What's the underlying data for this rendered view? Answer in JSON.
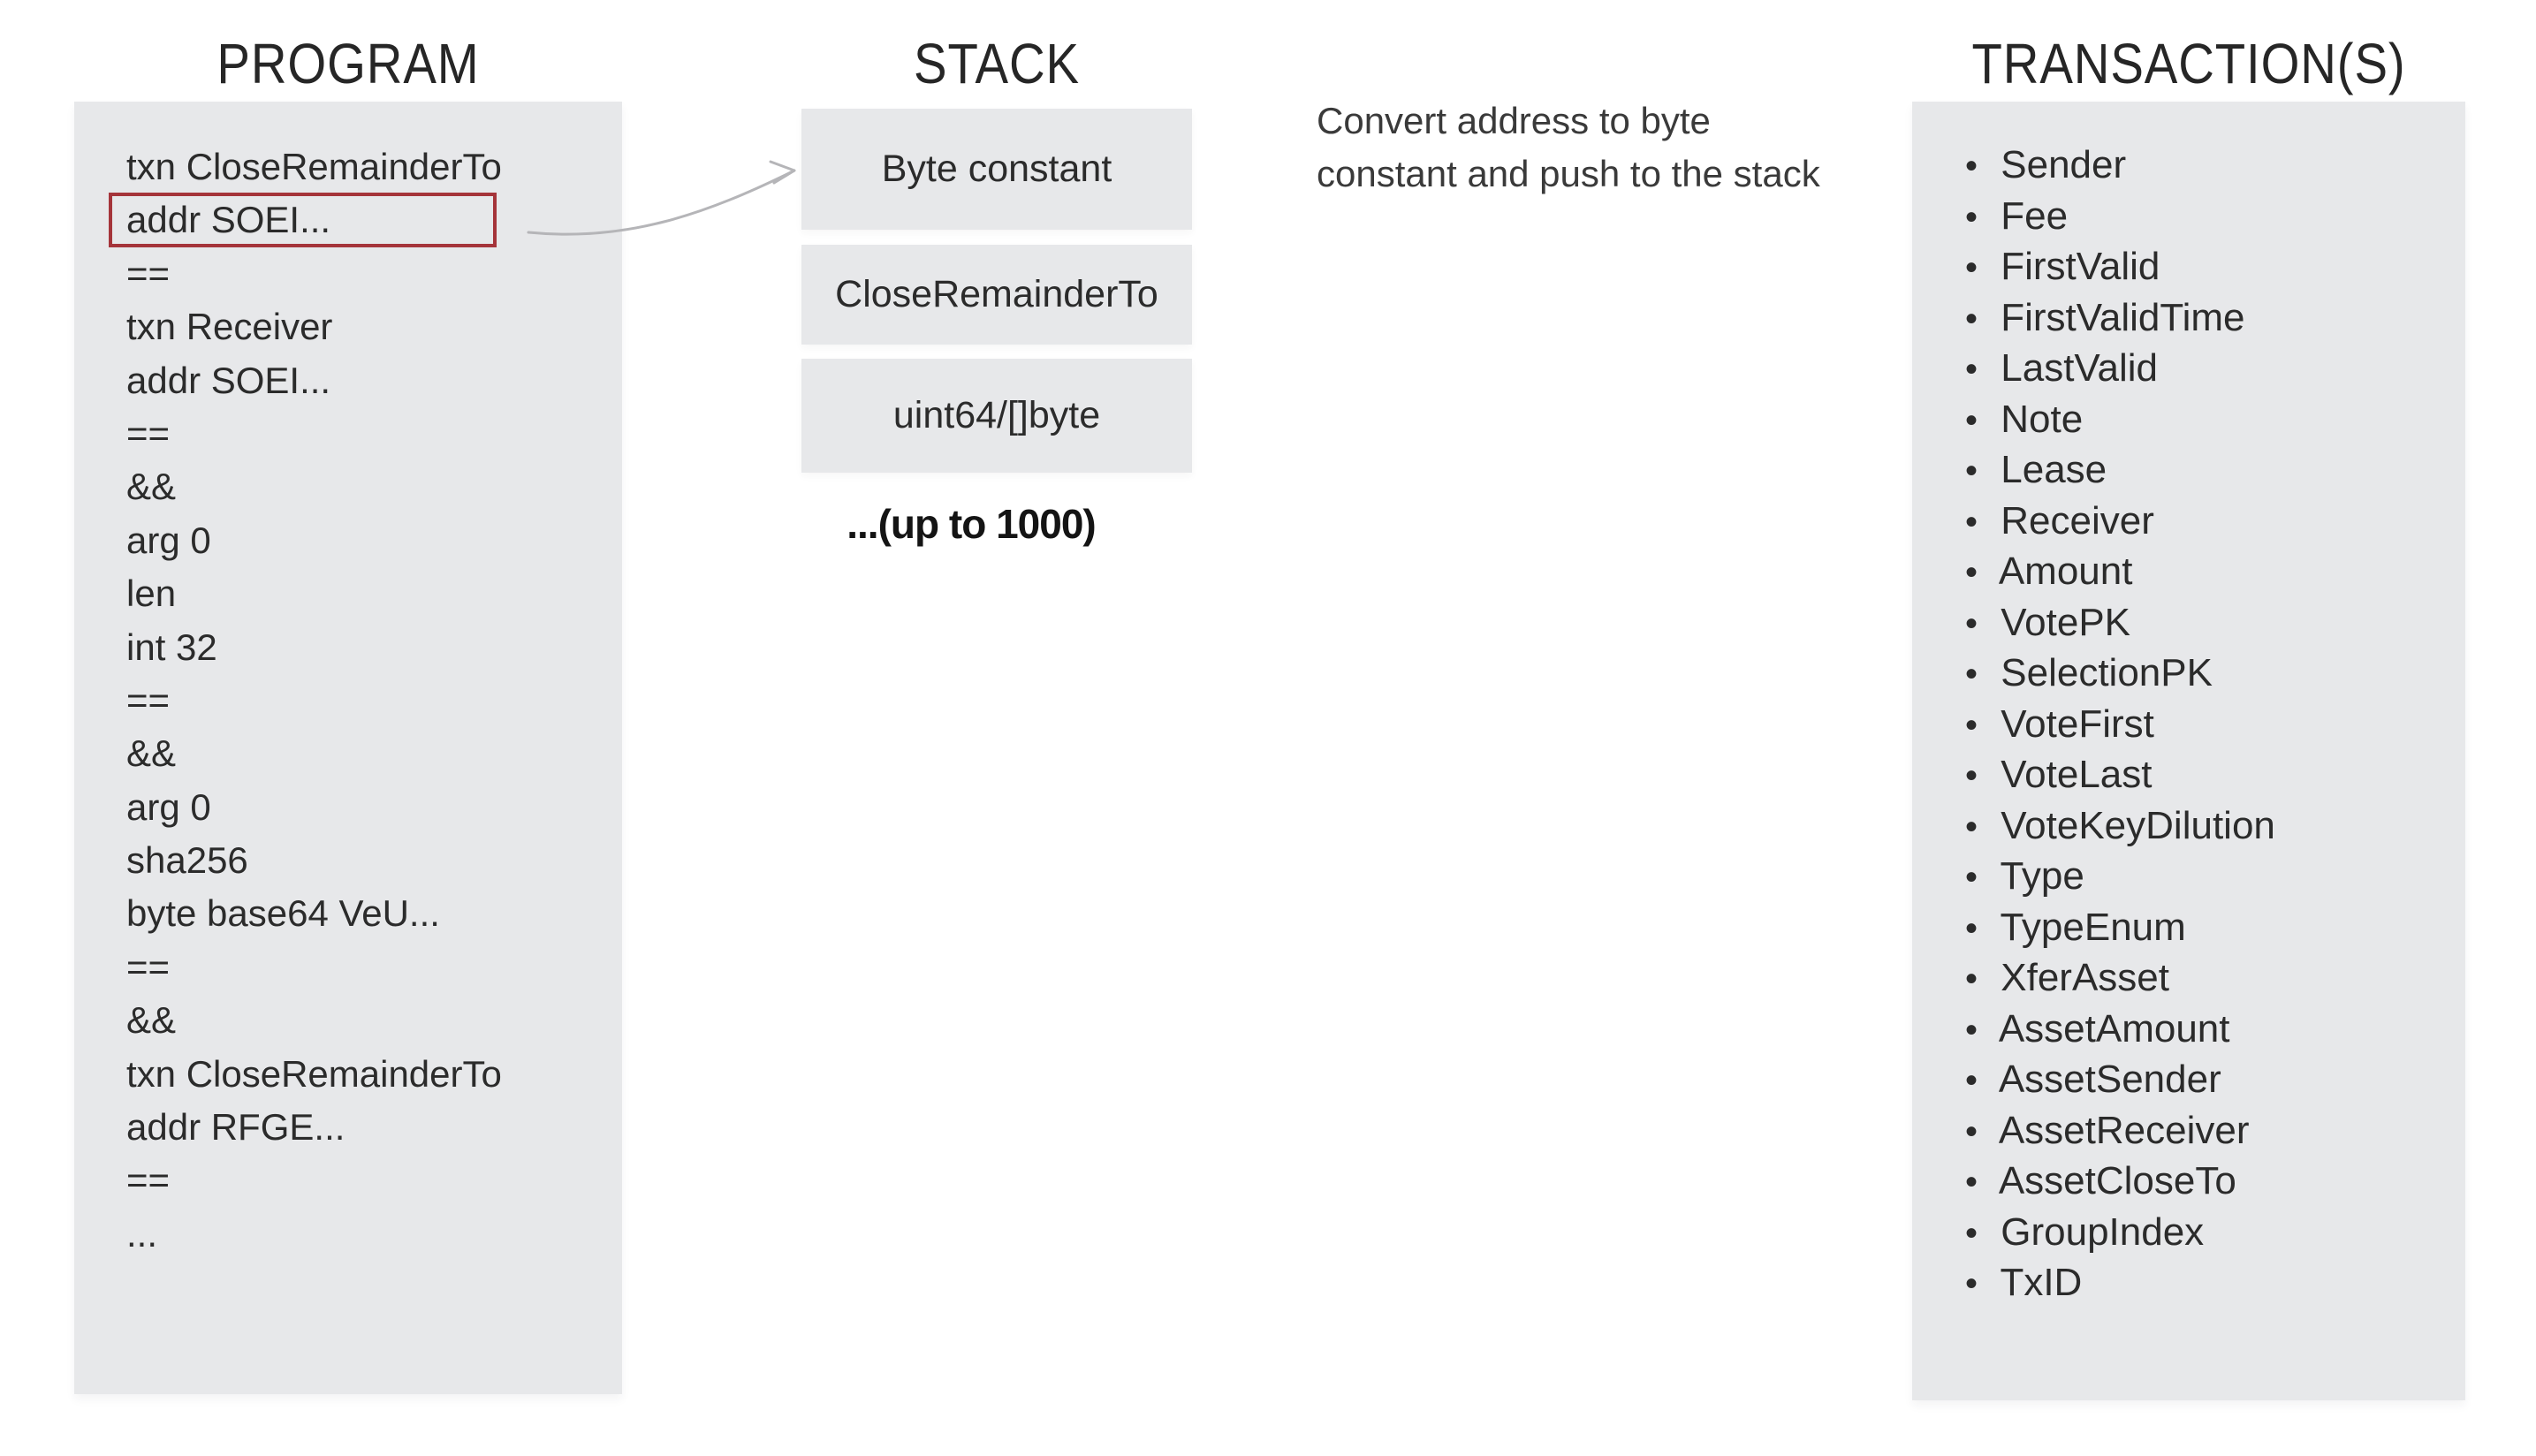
{
  "program": {
    "title": "PROGRAM",
    "lines": [
      {
        "text": "txn CloseRemainderTo"
      },
      {
        "text": "addr SOEI...",
        "highlight": true
      },
      {
        "text": "=="
      },
      {
        "text": "txn Receiver"
      },
      {
        "text": "addr SOEI..."
      },
      {
        "text": "=="
      },
      {
        "text": "&&"
      },
      {
        "text": "arg 0"
      },
      {
        "text": "len"
      },
      {
        "text": "int 32"
      },
      {
        "text": "=="
      },
      {
        "text": "&&"
      },
      {
        "text": "arg 0"
      },
      {
        "text": "sha256"
      },
      {
        "text": "byte base64 VeU..."
      },
      {
        "text": "=="
      },
      {
        "text": "&&"
      },
      {
        "text": "txn CloseRemainderTo"
      },
      {
        "text": "addr RFGE..."
      },
      {
        "text": "=="
      },
      {
        "text": "..."
      }
    ]
  },
  "stack": {
    "title": "STACK",
    "boxes": [
      "Byte constant",
      "CloseRemainderTo",
      "uint64/[]byte"
    ],
    "overflow_note": "...(up to 1000)"
  },
  "annotation": {
    "line1": "Convert address to byte",
    "line2": "constant and push to the stack"
  },
  "transactions": {
    "title": "TRANSACTION(S)",
    "bullet": "•",
    "fields": [
      "Sender",
      "Fee",
      "FirstValid",
      "FirstValidTime",
      "LastValid",
      "Note",
      "Lease",
      "Receiver",
      "Amount",
      "VotePK",
      "SelectionPK",
      "VoteFirst",
      "VoteLast",
      "VoteKeyDilution",
      "Type",
      "TypeEnum",
      "XferAsset",
      "AssetAmount",
      "AssetSender",
      "AssetReceiver",
      "AssetCloseTo",
      "GroupIndex",
      "TxID"
    ]
  },
  "colors": {
    "panel_bg": "#e7e8ea",
    "text": "#2b2b2b",
    "title": "#262626",
    "bold_text": "#141414",
    "note_text": "#3a3a3a",
    "highlight_border": "#a5343a",
    "arrow": "#b5b5b8"
  }
}
